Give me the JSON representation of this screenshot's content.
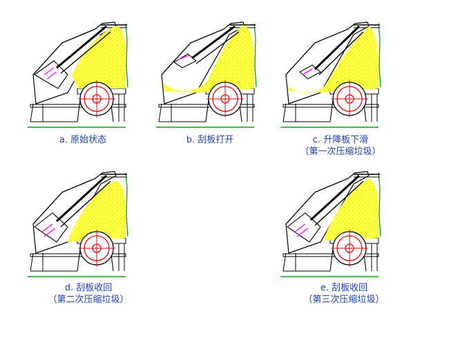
{
  "panels": [
    {
      "id": "a",
      "caption_line1": "a. 原始状态",
      "caption_line2": ""
    },
    {
      "id": "b",
      "caption_line1": "b. 刮板打开",
      "caption_line2": ""
    },
    {
      "id": "c",
      "caption_line1": "c. 升降板下滑",
      "caption_line2": "（第一次压缩垃圾）"
    },
    {
      "id": "d",
      "caption_line1": "d. 刮板收回",
      "caption_line2": "（第二次压缩垃圾）"
    },
    {
      "id": "e",
      "caption_line1": "e. 刮板收回",
      "caption_line2": "（第三次压缩垃圾）"
    }
  ],
  "colors": {
    "caption": "#1a3fb0",
    "line": "#000000",
    "ground": "#00aa00",
    "garbage": "#ffff33",
    "wheel": "#ff0000",
    "accent": "#ff00ff"
  }
}
